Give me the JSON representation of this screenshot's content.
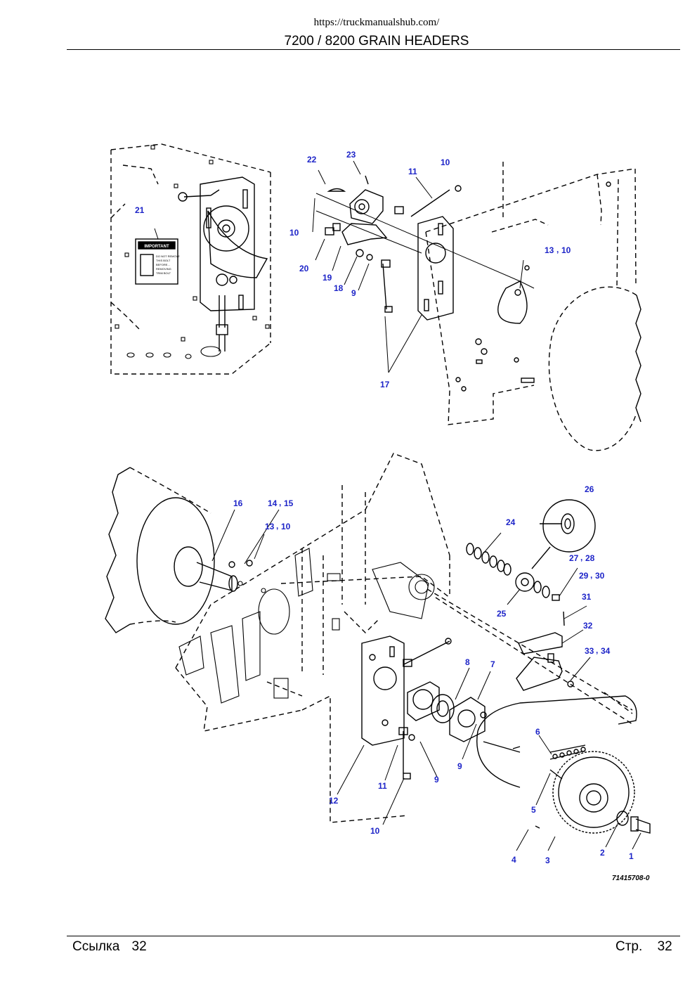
{
  "header": {
    "url": "https://truckmanualshub.com/",
    "title": "7200 / 8200 GRAIN HEADERS"
  },
  "diagram": {
    "figure_code": "71415708-0",
    "upper_labels": [
      "22",
      "23",
      "11",
      "10",
      "21",
      "10",
      "20",
      "19",
      "18",
      "9",
      "13",
      "10",
      "17"
    ],
    "lower_labels": [
      "26",
      "16",
      "14",
      "15",
      "13",
      "10",
      "24",
      "27",
      "28",
      "29",
      "30",
      "25",
      "31",
      "32",
      "33",
      "34",
      "8",
      "7",
      "6",
      "9",
      "11",
      "9",
      "12",
      "5",
      "10",
      "2",
      "1",
      "4",
      "3"
    ],
    "decal": {
      "heading": "IMPORTANT",
      "lines": [
        "DO NOT REMOVE",
        "THIS BOLT",
        "BEFORE...",
        "REMOVING",
        "TRIM BOLT"
      ]
    },
    "colors": {
      "label": "#1d24c8",
      "line": "#000000"
    }
  },
  "footer": {
    "ref_label": "Ссылка",
    "ref_number": "32",
    "page_label": "Стр.",
    "page_number": "32"
  }
}
